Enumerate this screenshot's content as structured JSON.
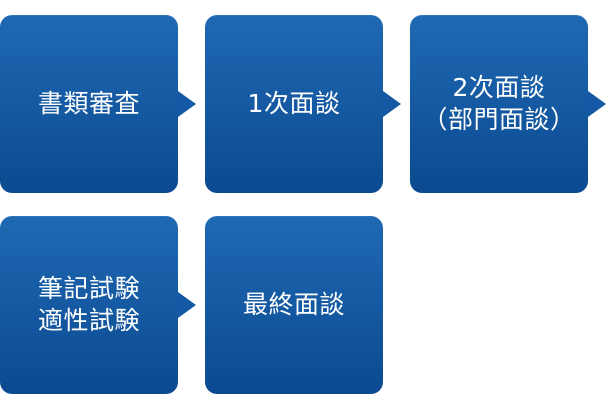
{
  "steps": [
    {
      "label": "書類審査"
    },
    {
      "label": "1次面談"
    },
    {
      "label": "2次面談\n（部門面談）"
    },
    {
      "label": "筆記試験\n適性試験"
    },
    {
      "label": "最終面談"
    }
  ],
  "colors": {
    "box_top": "#1f69b3",
    "box_bottom": "#0b4a91",
    "arrow": "#1558a3",
    "text": "#ffffff",
    "background": "#ffffff"
  }
}
